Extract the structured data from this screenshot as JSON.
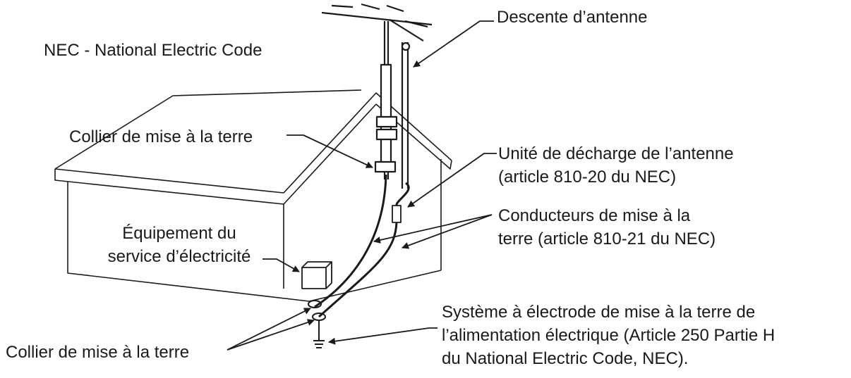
{
  "title": "NEC - National Electric Code",
  "labels": {
    "antenna_lead_in": "Descente d’antenne",
    "ground_clamp_top": "Collier de mise à la terre",
    "discharge_unit": [
      "Unité de décharge de l’antenne",
      "(article 810-20 du NEC)"
    ],
    "grounding_conductors": [
      "Conducteurs de mise à la",
      "terre (article 810-21 du NEC)"
    ],
    "electric_service_equipment": [
      "Équipement du",
      "service d’électricité"
    ],
    "electrode_system": [
      "Système à électrode de mise à la terre de",
      "l’alimentation électrique (Article 250 Partie H",
      "du National Electric Code, NEC)."
    ],
    "ground_clamp_bottom": "Collier de mise à la terre"
  },
  "colors": {
    "line": "#1a1a1a",
    "background": "#ffffff"
  }
}
